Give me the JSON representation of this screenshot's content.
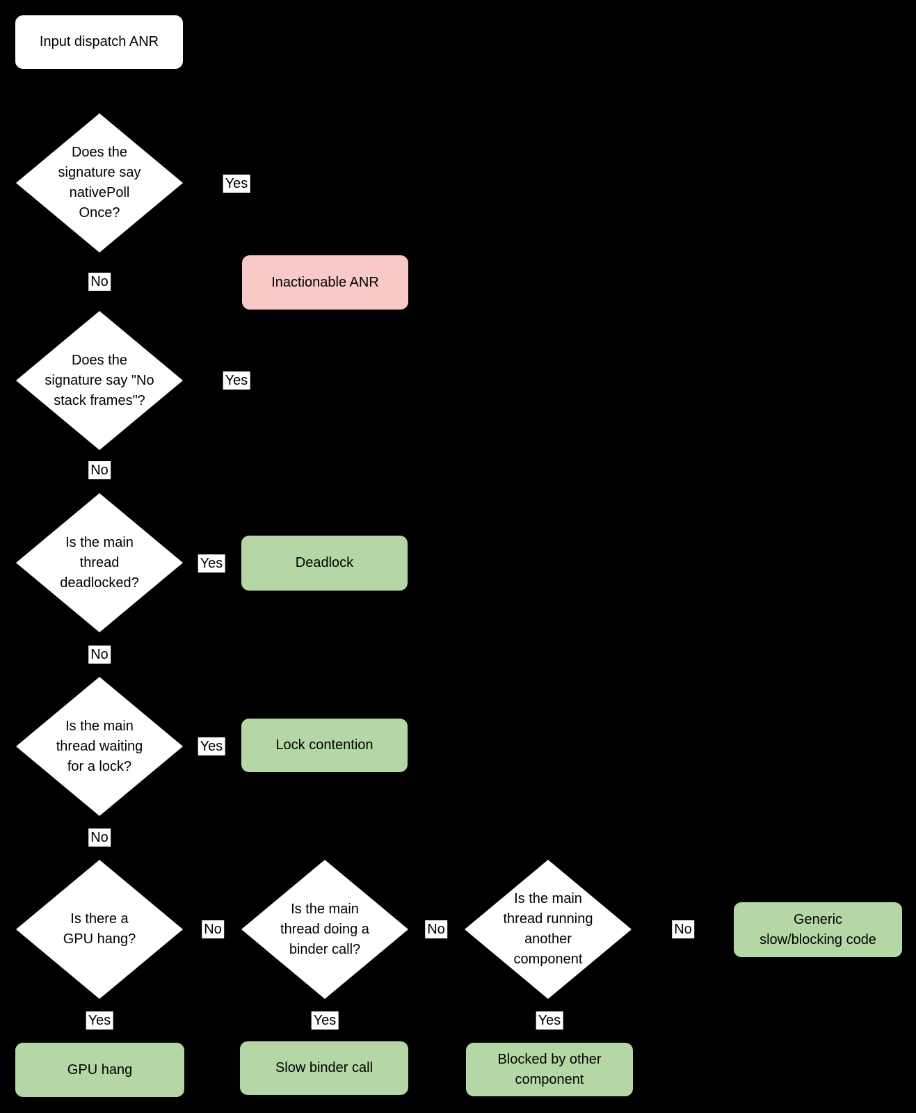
{
  "canvas": {
    "background": "#000000"
  },
  "colors": {
    "node_fill_white": "#ffffff",
    "result_green": "#b5d7a6",
    "inactionable_pink": "#f9c9c7",
    "text": "#000000",
    "edge_label_background": "#ffffff"
  },
  "nodes": {
    "start": "Input dispatch ANR",
    "q_native_poll": "Does the\nsignature say\nnativePoll\nOnce?",
    "inactionable": "Inactionable ANR",
    "q_no_stack": "Does the\nsignature say \"No\nstack frames\"?",
    "q_deadlock": "Is the main\nthread\ndeadlocked?",
    "deadlock": "Deadlock",
    "q_lock": "Is the main\nthread waiting\nfor a lock?",
    "lock_contention": "Lock contention",
    "q_gpu": "Is there a\nGPU hang?",
    "q_binder": "Is the main\nthread doing a\nbinder call?",
    "q_component": "Is the main\nthread running\nanother\ncomponent",
    "generic": "Generic\nslow/blocking code",
    "gpu_hang": "GPU hang",
    "slow_binder": "Slow binder call",
    "blocked": "Blocked by other\ncomponent"
  },
  "edge_labels": {
    "native_poll_yes": "Yes",
    "native_poll_no": "No",
    "no_stack_yes": "Yes",
    "no_stack_no": "No",
    "deadlock_yes": "Yes",
    "deadlock_no": "No",
    "lock_yes": "Yes",
    "lock_no": "No",
    "gpu_no": "No",
    "binder_no": "No",
    "component_no": "No",
    "gpu_yes": "Yes",
    "binder_yes": "Yes",
    "component_yes": "Yes"
  }
}
